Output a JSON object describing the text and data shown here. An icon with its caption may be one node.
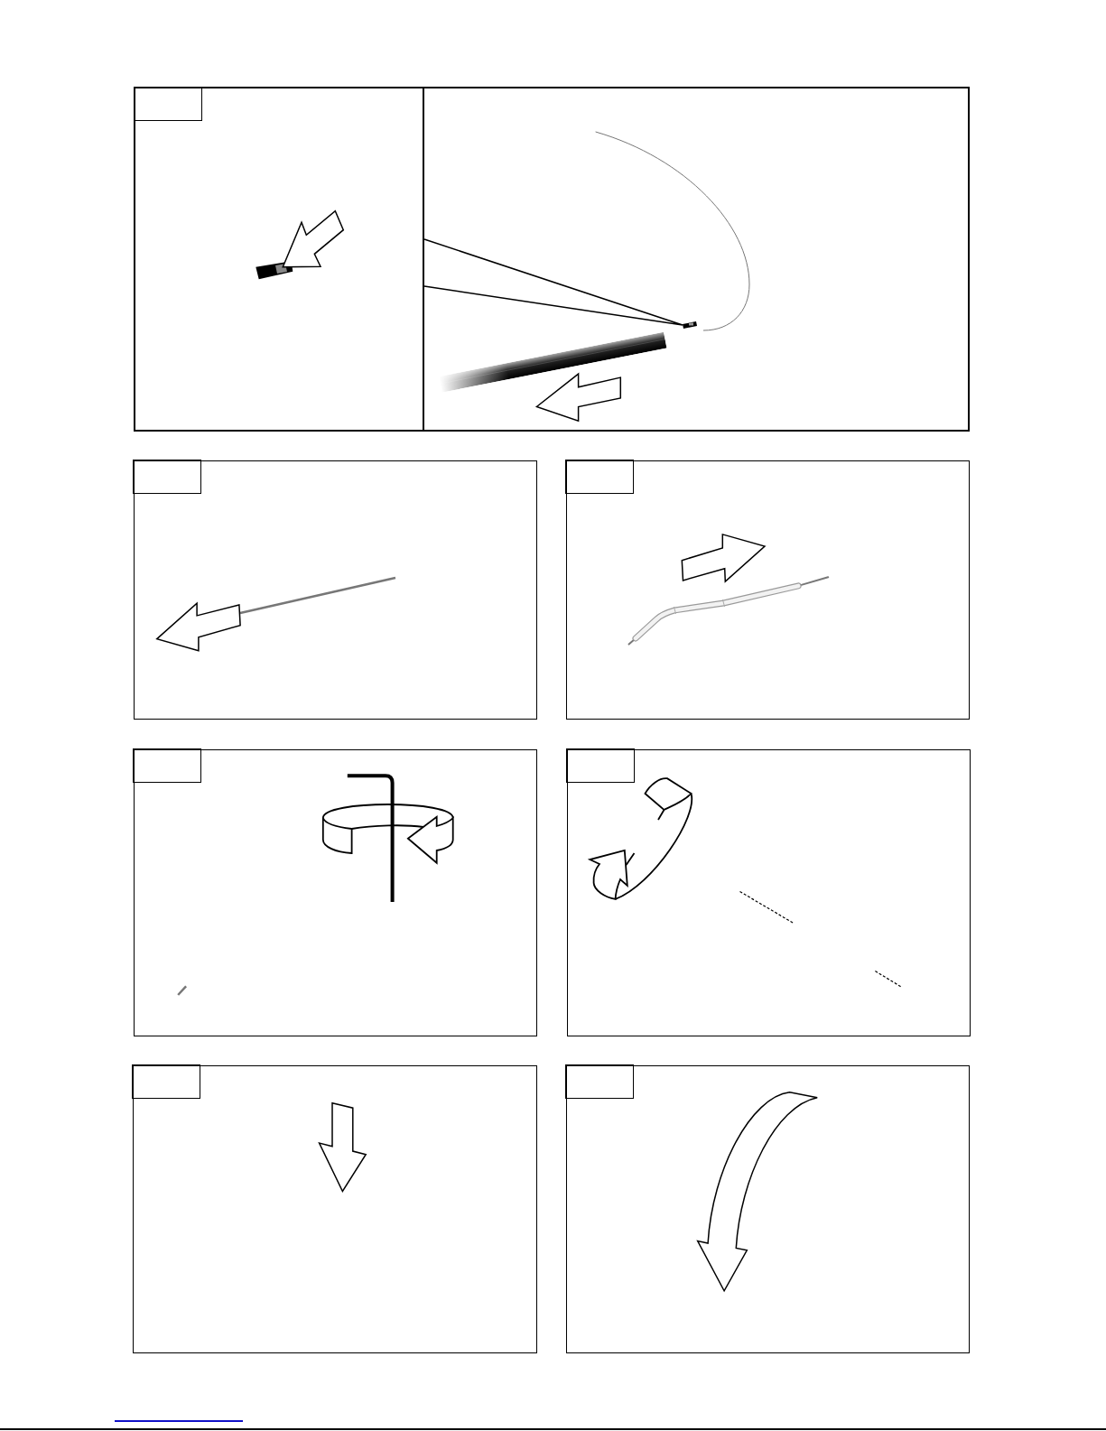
{
  "diagram": {
    "nodes": [
      {
        "text": [],
        "shape": "box"
      },
      {
        "text": [],
        "shape": "box",
        "in": 0
      },
      {
        "text": [],
        "shape": "box"
      },
      {
        "text": [],
        "shape": "box"
      },
      {
        "text": [],
        "shape": "box",
        "in": 3
      },
      {
        "text": [],
        "shape": "box"
      },
      {
        "text": [],
        "shape": "box",
        "in": 5
      },
      {
        "text": [],
        "shape": "box"
      },
      {
        "text": [],
        "shape": "box",
        "in": 7
      },
      {
        "text": [],
        "shape": "box"
      },
      {
        "text": [],
        "shape": "box",
        "in": 9
      },
      {
        "text": [],
        "shape": "box"
      },
      {
        "text": [],
        "shape": "box",
        "in": 11
      },
      {
        "text": [],
        "shape": "box"
      },
      {
        "text": [],
        "shape": "box",
        "in": 13
      }
    ]
  }
}
